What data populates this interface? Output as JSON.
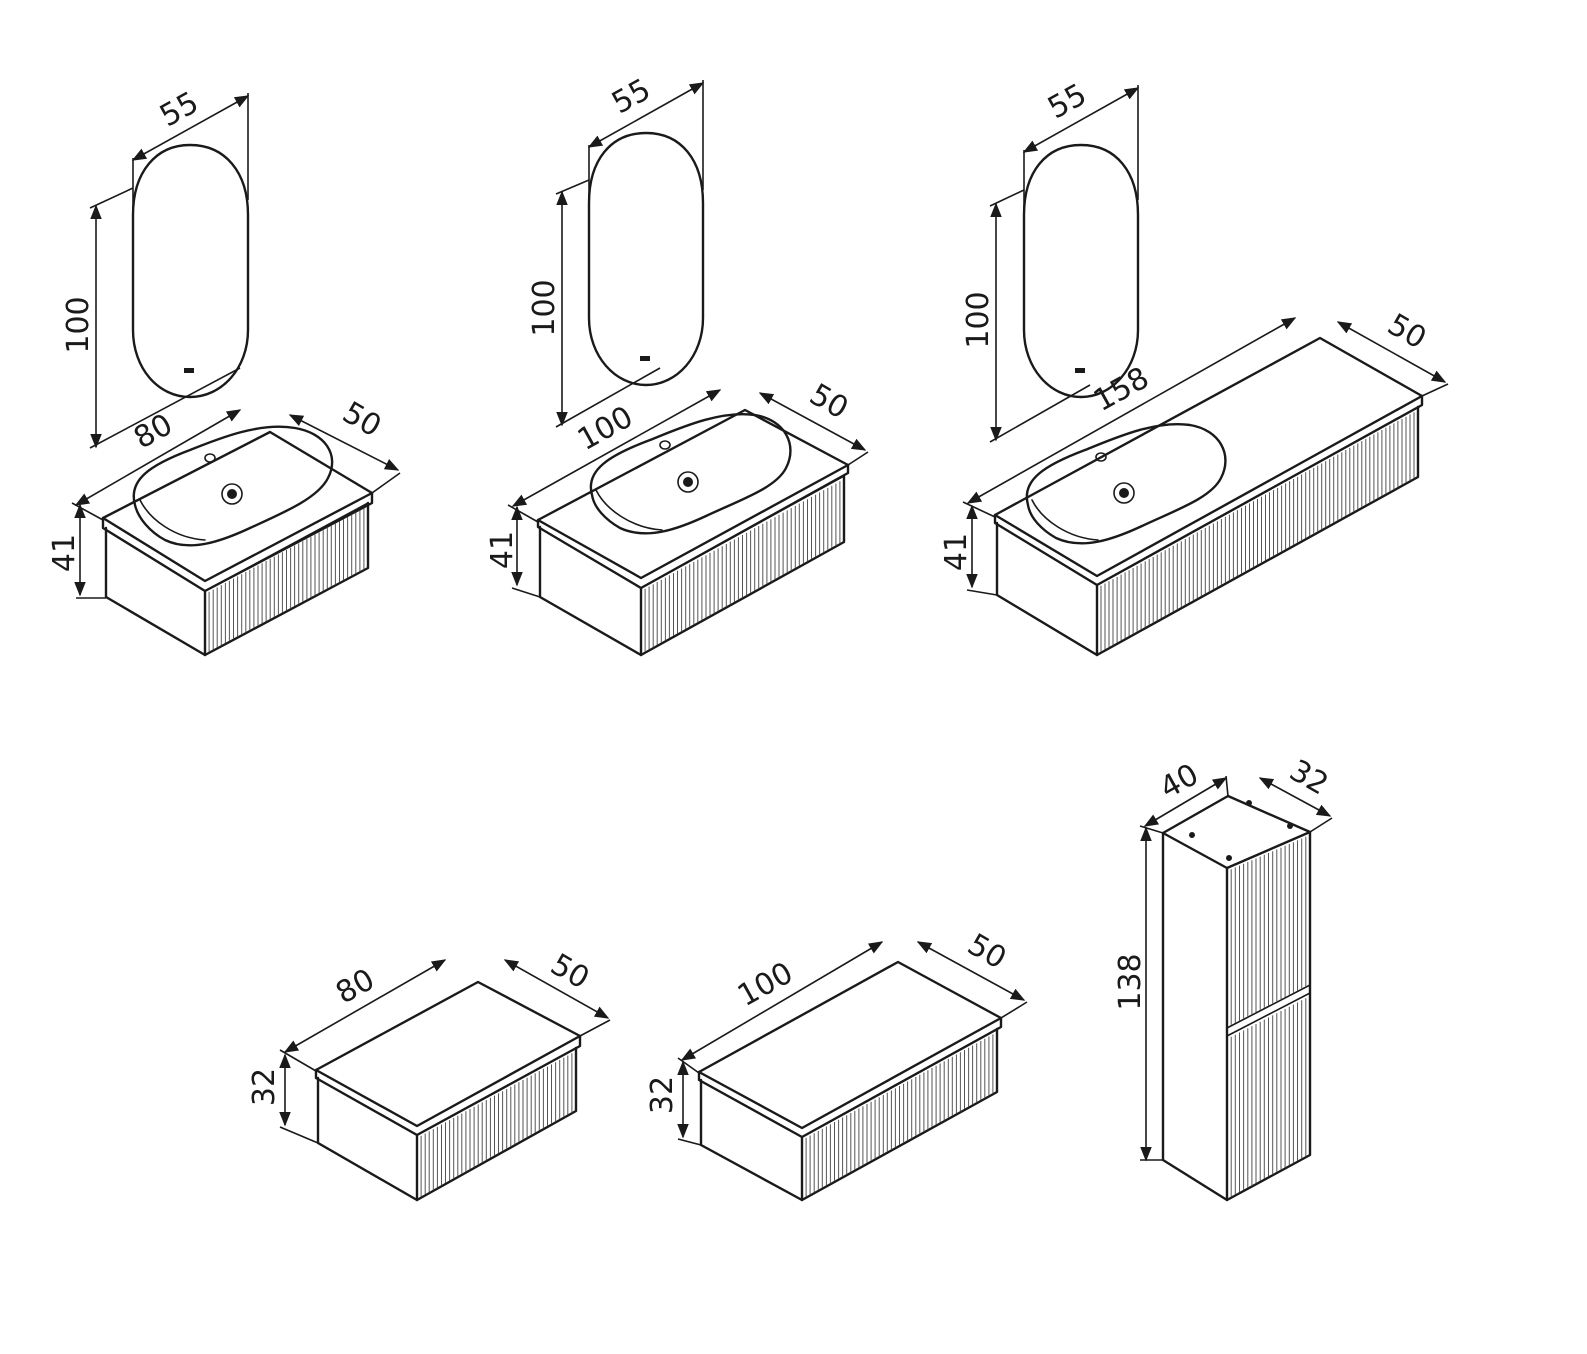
{
  "colors": {
    "line": "#1a1a1a",
    "flute": "#555555",
    "background": "#ffffff"
  },
  "vanity_80": {
    "mirror_width": "55",
    "mirror_height": "100",
    "width": "80",
    "depth": "50",
    "height": "41"
  },
  "vanity_100": {
    "mirror_width": "55",
    "mirror_height": "100",
    "width": "100",
    "depth": "50",
    "height": "41"
  },
  "vanity_158": {
    "mirror_width": "55",
    "mirror_height": "100",
    "width": "158",
    "depth": "50",
    "height": "41"
  },
  "cabinet_80": {
    "width": "80",
    "depth": "50",
    "height": "32"
  },
  "cabinet_100": {
    "width": "100",
    "depth": "50",
    "height": "32"
  },
  "tall_cabinet": {
    "width": "40",
    "depth": "32",
    "height": "138"
  }
}
